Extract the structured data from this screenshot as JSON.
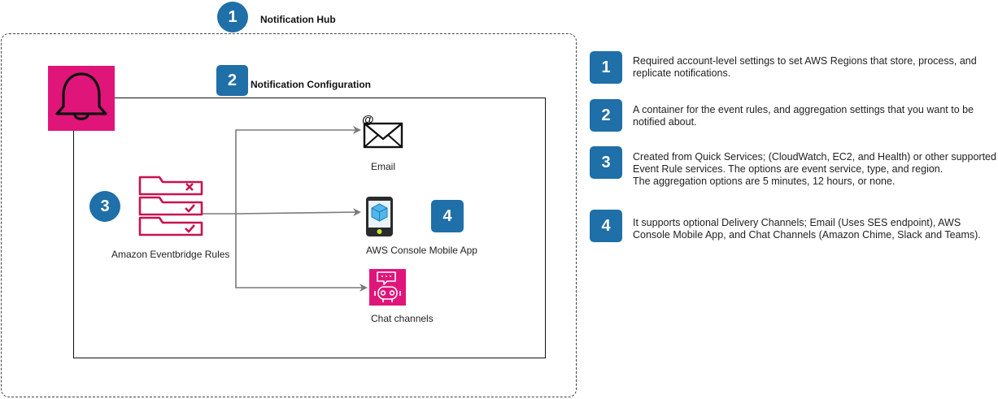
{
  "hub": {
    "badge": "1",
    "title": "Notification Hub"
  },
  "config": {
    "badge": "2",
    "title": "Notification Configuration"
  },
  "rules": {
    "badge": "3",
    "label": "Amazon Eventbridge Rules"
  },
  "channels_badge": "4",
  "channels": {
    "email": "Email",
    "mobile": "AWS Console Mobile App",
    "chat": "Chat channels"
  },
  "notes": [
    {
      "num": "1",
      "lines": [
        "Required account-level settings to set AWS Regions that store, process, and replicate notifications."
      ]
    },
    {
      "num": "2",
      "lines": [
        "A container for the event rules, and aggregation settings that you want to be notified about."
      ]
    },
    {
      "num": "3",
      "lines": [
        "Created from Quick Services; (CloudWatch, EC2, and Health) or other supported Event Rule services. The options are event service, type, and region.",
        "The aggregation options are 5 minutes, 12 hours, or none."
      ]
    },
    {
      "num": "4",
      "lines": [
        "It supports optional Delivery Channels; Email (Uses SES endpoint), AWS Console Mobile App, and Chat Channels (Amazon Chime, Slack and Teams)."
      ]
    }
  ],
  "colors": {
    "badge": "#1f6fa8",
    "bell_bg": "#e0157a",
    "eventbridge": "#c7134f",
    "chat_bg": "#e0157a",
    "connector": "#7a7a7a"
  },
  "icons": {
    "bell": "bell-icon",
    "eventbridge": "eventbridge-rules-icon",
    "email": "email-envelope-icon",
    "mobile": "mobile-app-icon",
    "chat": "chatbot-icon"
  }
}
